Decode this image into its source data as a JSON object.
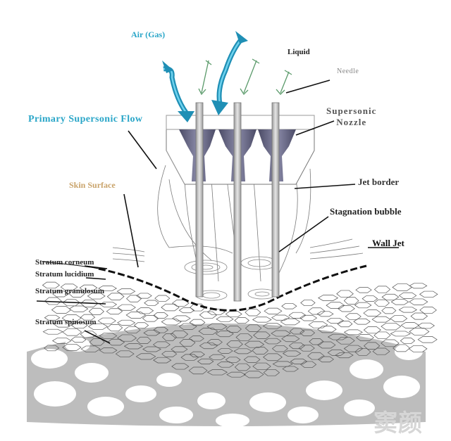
{
  "labels": {
    "air": "Air (Gas)",
    "liquid": "Liquid",
    "needle": "Needle",
    "supersonic_line1": "Supersonic",
    "supersonic_line2": "Nozzle",
    "primary": "Primary Supersonic Flow",
    "skin": "Skin Surface",
    "jet_border": "Jet border",
    "stagnation": "Stagnation bubble",
    "wall_jet": "Wall Jet"
  },
  "layers": {
    "corneum": "Stratum corneum",
    "lucidium": "Stratum lucidium",
    "granulosum": "Stratum granulosum",
    "spinosum": "Stratum spinosum"
  },
  "watermark": "窦颜",
  "colors": {
    "air_arrow": "#2aa6c8",
    "air_text": "#2aa6c8",
    "skin_text": "#c9a36a",
    "nozzle_fill": "#5a5a78",
    "needle_arrow": "#5a9a6a",
    "dermis_fill": "#bdbdbd"
  }
}
